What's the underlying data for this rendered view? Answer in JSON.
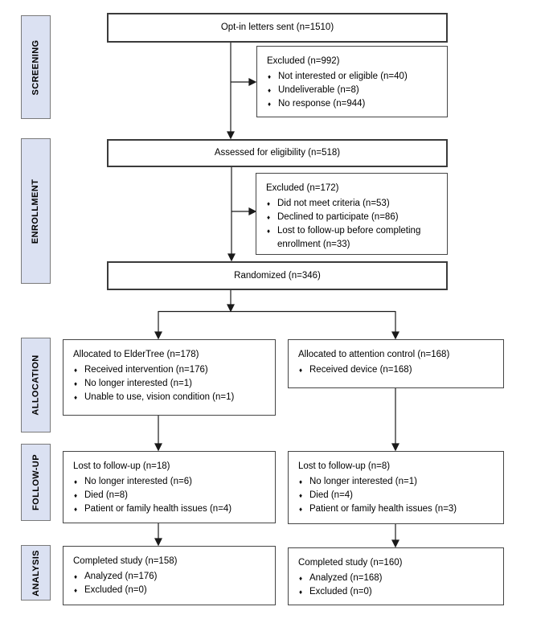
{
  "diagram": {
    "bullet_glyph": "♦",
    "stages": [
      {
        "label": "SCREENING"
      },
      {
        "label": "ENROLLMENT"
      },
      {
        "label": "ALLOCATION"
      },
      {
        "label": "FOLLOW-UP"
      },
      {
        "label": "ANALYSIS"
      }
    ],
    "boxes": {
      "optin": {
        "title": "Opt-in letters sent (n=1510)"
      },
      "excluded_screening": {
        "title": "Excluded (n=992)",
        "bullets": [
          "Not interested or eligible (n=40)",
          "Undeliverable (n=8)",
          "No response (n=944)"
        ]
      },
      "assessed": {
        "title": "Assessed for eligibility (n=518)"
      },
      "excluded_enrollment": {
        "title": "Excluded (n=172)",
        "bullets": [
          "Did not meet criteria (n=53)",
          "Declined to participate (n=86)",
          "Lost to follow-up before completing enrollment (n=33)"
        ]
      },
      "randomized": {
        "title": "Randomized (n=346)"
      },
      "allocated_intervention": {
        "title": "Allocated to ElderTree (n=178)",
        "bullets": [
          "Received intervention (n=176)",
          "No longer interested (n=1)",
          "Unable to use, vision condition (n=1)"
        ]
      },
      "allocated_control": {
        "title": "Allocated to attention control (n=168)",
        "bullets": [
          "Received device (n=168)"
        ]
      },
      "followup_intervention": {
        "title": "Lost to follow-up (n=18)",
        "bullets": [
          "No longer interested (n=6)",
          "Died (n=8)",
          "Patient or family health issues (n=4)"
        ]
      },
      "followup_control": {
        "title": "Lost to follow-up (n=8)",
        "bullets": [
          "No longer interested (n=1)",
          "Died (n=4)",
          "Patient or family health issues (n=3)"
        ]
      },
      "analysis_intervention": {
        "title": "Completed study (n=158)",
        "bullets": [
          "Analyzed (n=176)",
          "Excluded (n=0)"
        ]
      },
      "analysis_control": {
        "title": "Completed study (n=160)",
        "bullets": [
          "Analyzed (n=168)",
          "Excluded (n=0)"
        ]
      }
    },
    "colors": {
      "stage_fill": "#dbe1f2",
      "stage_border": "#7a7a7a",
      "box_border": "#454545",
      "arrow": "#1a1a1a",
      "background": "#ffffff"
    }
  }
}
